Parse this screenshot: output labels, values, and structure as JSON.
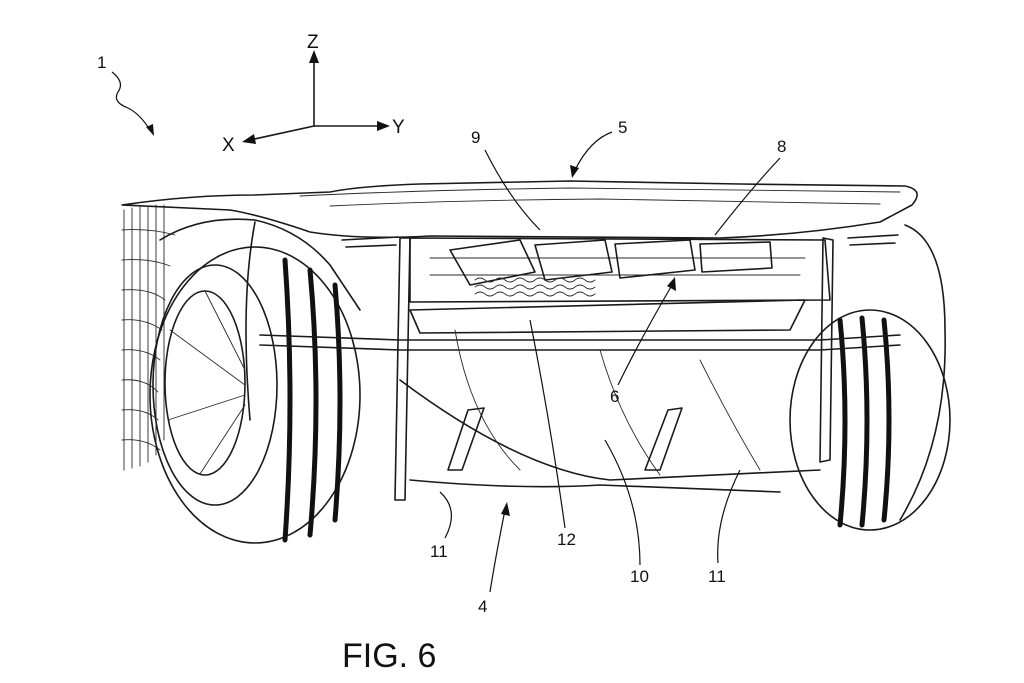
{
  "figure": {
    "caption": "FIG. 6",
    "colors": {
      "line": "#1a1a1a",
      "background": "#ffffff"
    }
  },
  "axes": {
    "z": "Z",
    "y": "Y",
    "x": "X"
  },
  "reference_numerals": {
    "n1": "1",
    "n4": "4",
    "n5": "5",
    "n6": "6",
    "n8": "8",
    "n9": "9",
    "n10": "10",
    "n11a": "11",
    "n11b": "11",
    "n12": "12"
  }
}
